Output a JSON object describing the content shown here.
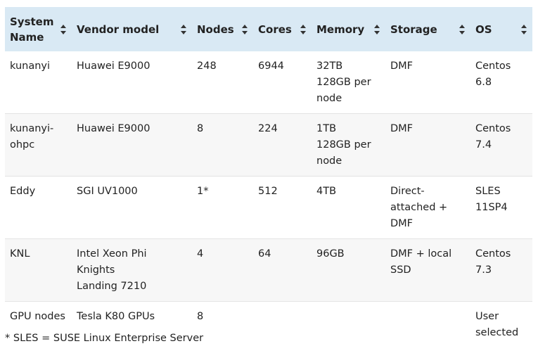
{
  "table": {
    "columns": [
      {
        "label": "System Name"
      },
      {
        "label": "Vendor model"
      },
      {
        "label": "Nodes"
      },
      {
        "label": "Cores"
      },
      {
        "label": "Memory"
      },
      {
        "label": "Storage"
      },
      {
        "label": "OS"
      }
    ],
    "rows": [
      {
        "name": [
          "kunanyi"
        ],
        "vendor": [
          "Huawei E9000"
        ],
        "nodes": [
          "248"
        ],
        "cores": [
          "6944"
        ],
        "memory": [
          "32TB",
          "128GB per",
          "node"
        ],
        "storage": [
          "DMF"
        ],
        "os": [
          "Centos",
          "6.8"
        ]
      },
      {
        "name": [
          "kunanyi-",
          "ohpc"
        ],
        "vendor": [
          "Huawei E9000"
        ],
        "nodes": [
          "8"
        ],
        "cores": [
          "224"
        ],
        "memory": [
          "1TB",
          "128GB per",
          "node"
        ],
        "storage": [
          "DMF"
        ],
        "os": [
          "Centos",
          "7.4"
        ]
      },
      {
        "name": [
          "Eddy"
        ],
        "vendor": [
          "SGI UV1000"
        ],
        "nodes": [
          "1*"
        ],
        "cores": [
          "512"
        ],
        "memory": [
          "4TB"
        ],
        "storage": [
          "Direct-",
          "attached +",
          "DMF"
        ],
        "os": [
          "SLES",
          "11SP4"
        ]
      },
      {
        "name": [
          "KNL"
        ],
        "vendor": [
          "Intel Xeon Phi Knights",
          "Landing 7210"
        ],
        "nodes": [
          "4"
        ],
        "cores": [
          "64"
        ],
        "memory": [
          "96GB"
        ],
        "storage": [
          "DMF + local",
          "SSD"
        ],
        "os": [
          "Centos",
          "7.3"
        ]
      },
      {
        "name": [
          "GPU nodes"
        ],
        "vendor": [
          "Tesla K80 GPUs"
        ],
        "nodes": [
          "8"
        ],
        "cores": [],
        "memory": [],
        "storage": [],
        "os": [
          "User",
          "selected"
        ]
      }
    ]
  },
  "footnote": "* SLES = SUSE Linux Enterprise Server",
  "colors": {
    "header_bg": "#d9e9f4",
    "row_alt_bg": "#f7f7f7",
    "border": "#e3e3e3"
  },
  "icons": {
    "sort": "sort-updown-icon"
  }
}
